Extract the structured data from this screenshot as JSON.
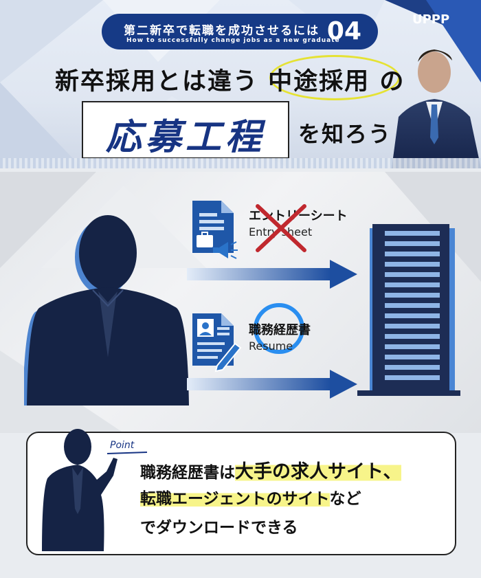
{
  "header": {
    "pill_title": "第二新卒で転職を成功させるには",
    "pill_subtitle": "How to successfully change jobs as a new graduate",
    "pill_number": "04",
    "logo_text": "UPPP",
    "headline": "新卒採用とは違う 中途採用 の",
    "application_process": "応募工程",
    "learn_text": "を知ろう"
  },
  "flow": {
    "entry_sheet_jp": "エントリーシート",
    "entry_sheet_en": "Entry sheet",
    "resume_jp": "職務経歴書",
    "resume_en": "Resume"
  },
  "point": {
    "label": "Point",
    "line1_plain": "職務経歴書は",
    "line1_highlight": "大手の求人サイト、",
    "line2_highlight": "転職エージェントのサイト",
    "line2_plain": "など",
    "line3": "でダウンロードできる"
  },
  "colors": {
    "navy": "#163a86",
    "building": "#1d2d55",
    "silhouette": "#152345",
    "accent_blue": "#2a73c9",
    "highlight_yellow": "#f7f48a",
    "cross_red": "#c0282e"
  }
}
